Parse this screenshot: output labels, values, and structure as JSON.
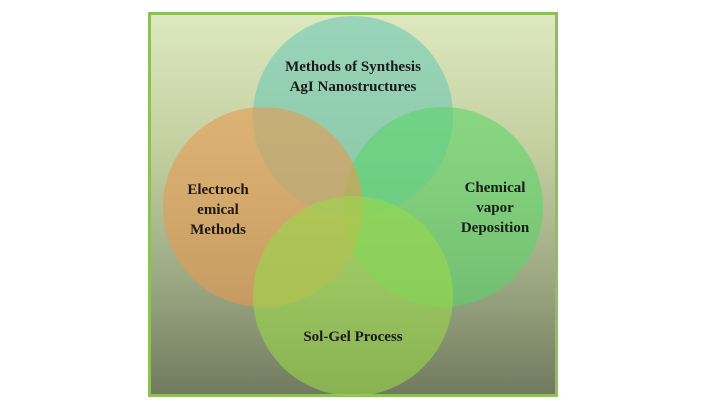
{
  "diagram": {
    "colors": {
      "panel_border": "#8dbf5a",
      "top_circle": "#6cc8b4",
      "right_circle": "#5bd36a",
      "left_circle": "#e89a52",
      "bottom_circle": "#9ad84a"
    },
    "circles": {
      "top": {
        "lines": [
          "Methods of Synthesis",
          "AgI Nanostructures"
        ]
      },
      "left": {
        "lines": [
          "Electroch",
          "emical",
          "Methods"
        ]
      },
      "right": {
        "lines": [
          "Chemical",
          "vapor",
          "Deposition"
        ]
      },
      "bottom": {
        "lines": [
          "Sol-Gel Process"
        ]
      }
    }
  }
}
